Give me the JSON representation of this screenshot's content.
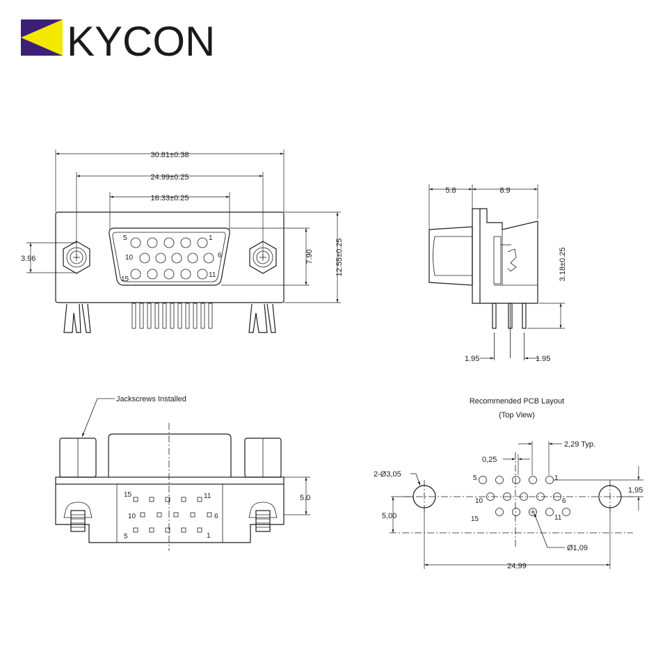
{
  "brand": {
    "name": "KYCON",
    "logo_purple": "#3d1f7a",
    "logo_yellow": "#f2e800",
    "text_color": "#3d1f7a"
  },
  "front_view": {
    "dim_overall": "30.81±0.38",
    "dim_screw_spacing": "24.99±0.25",
    "dim_shell_width": "16.33±0.25",
    "dim_height": "12.55±0.25",
    "dim_shell_height": "7.90",
    "dim_screw_offset": "3.96",
    "pin_labels": {
      "p5": "5",
      "p1": "1",
      "p10": "10",
      "p6": "6",
      "p15": "15",
      "p11": "11"
    }
  },
  "side_view": {
    "dim_left": "5.8",
    "dim_right": "8.9",
    "dim_pin_height": "3.18±0.25",
    "dim_pitch_left": "1.95",
    "dim_pitch_right": "1.95"
  },
  "rear_view": {
    "callout": "Jackscrews Installed",
    "dim_height": "5.0",
    "pin_labels": {
      "p15": "15",
      "p11": "11",
      "p10": "10",
      "p6": "6",
      "p5": "5",
      "p1": "1"
    }
  },
  "pcb_layout": {
    "title": "Recommended PCB Layout",
    "subtitle": "(Top View)",
    "dim_typ": "2,29 Typ.",
    "dim_offset": "0,25",
    "dim_mount_holes": "2-Ø3,05",
    "dim_row": "1,95",
    "dim_vertical": "5,00",
    "dim_pin_hole": "Ø1,09",
    "dim_spacing": "24,99",
    "pin_labels": {
      "p5": "5",
      "p1": "1",
      "p10": "10",
      "p6": "6",
      "p15": "15",
      "p11": "11"
    }
  }
}
